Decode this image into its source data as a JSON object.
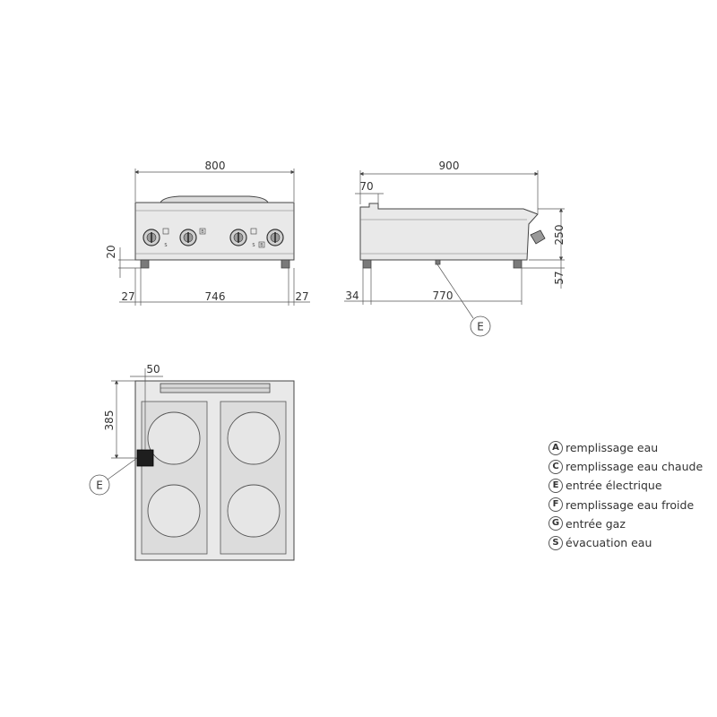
{
  "front_view": {
    "width": "800",
    "leg_height": "20",
    "leg_left": "27",
    "between_legs": "746",
    "leg_right": "27",
    "knob_marks": [
      "S",
      "B",
      "S",
      "B"
    ]
  },
  "side_view": {
    "depth": "900",
    "splash": "70",
    "height": "250",
    "foot_height": "57",
    "front_offset": "34",
    "foot_span": "770",
    "connection_label": "E"
  },
  "top_view": {
    "offset_x": "50",
    "offset_y": "385",
    "connection_label": "E"
  },
  "legend": [
    {
      "letter": "A",
      "label": "remplissage eau"
    },
    {
      "letter": "C",
      "label": "remplissage eau chaude"
    },
    {
      "letter": "E",
      "label": "entrée électrique"
    },
    {
      "letter": "F",
      "label": "remplissage eau froide"
    },
    {
      "letter": "G",
      "label": "entrée gaz"
    },
    {
      "letter": "S",
      "label": "évacuation eau"
    }
  ]
}
